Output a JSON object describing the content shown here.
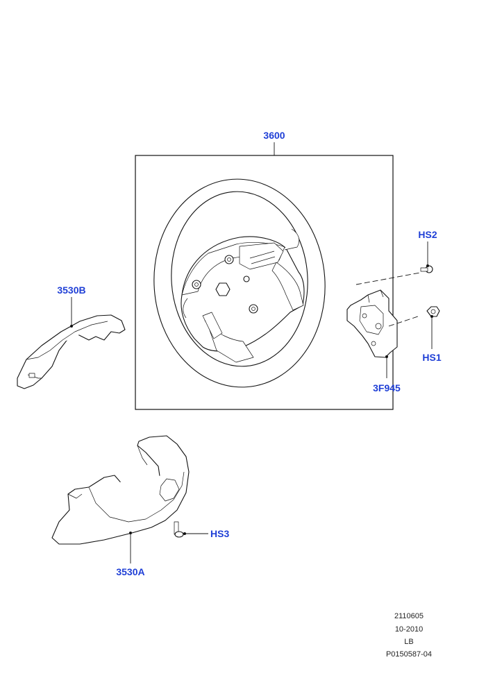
{
  "callouts": {
    "steering_wheel": "3600",
    "upper_shroud": "3530B",
    "lower_shroud": "3530A",
    "bracket": "3F945",
    "screw_hs2": "HS2",
    "nut_hs1": "HS1",
    "bolt_hs3": "HS3"
  },
  "footer": {
    "line1": "2110605",
    "line2": "10-2010",
    "line3": "LB",
    "line4": "P0150587-04"
  },
  "colors": {
    "callout_text": "#1f3fd6",
    "line_art": "#111111"
  }
}
